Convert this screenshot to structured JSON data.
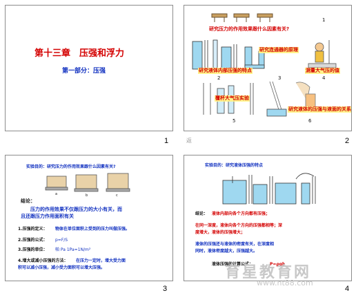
{
  "slide1": {
    "title": "第十三章　压强和浮力",
    "subtitle": "第一部分：压强",
    "number": "1"
  },
  "slide2": {
    "number": "2",
    "footer_mark": "返",
    "labels": {
      "q1": "研究压力的作用效果跟什么因素有关?",
      "q2": "研究液体内部压强的特点",
      "q3": "研究连通器的原理",
      "q4": "测量大气压的值",
      "q5": "覆杯大气压实验",
      "q6": "研究液体的压强与液面的关系",
      "n1": "1",
      "n2": "2",
      "n3": "3",
      "n4": "4",
      "n5": "5",
      "n6": "6"
    }
  },
  "slide3": {
    "number": "3",
    "heading": "实验目的：研究压力的作用效果跟什么因素有关?",
    "fig_labels": [
      "a",
      "b",
      "c"
    ],
    "conclusion_label": "结论：",
    "conclusion_l1": "压力的作用效果不仅跟压力的大小有关，而",
    "conclusion_l2": "且还跟压力作用面积有关",
    "items": [
      {
        "label": "1.压强的定义：",
        "text": "物体在单位面积上受到的压力叫做压强。"
      },
      {
        "label": "2.压强的公式：",
        "text": "p=F/S"
      },
      {
        "label": "3.压强的单位：",
        "text": "帕 Pa  1Pa=1N/m²"
      },
      {
        "label": "4.增大或减小压强的方法：",
        "text": "在压力一定时，增大受力面"
      },
      {
        "label": "",
        "text": "积可以减小压强，减小受力面积可以增大压强。"
      }
    ]
  },
  "slide4": {
    "number": "4",
    "heading": "实验目的：研究液体压强的特点",
    "conclusion_label": "结论：",
    "conclusion_l1": "液体内部向各个方向都有压强；",
    "red_l1": "在同一深度，液体向各个方向的压强都相等；深",
    "red_l2": "度增大，液体的压强增大；",
    "blue_l1": "液体的压强还与液体的密度有关，在深度相",
    "blue_l2": "同时，液体密度越大，压强越大。",
    "formula_label": "液体压强的计算公式：",
    "formula": "P=ρgh"
  },
  "watermark": {
    "text": "育星教育网",
    "url": "www.ht88.com"
  },
  "colors": {
    "title_red": "#d40000",
    "text_blue": "#1030c0",
    "highlight": "#fff38a",
    "border": "#8c8c8c"
  }
}
